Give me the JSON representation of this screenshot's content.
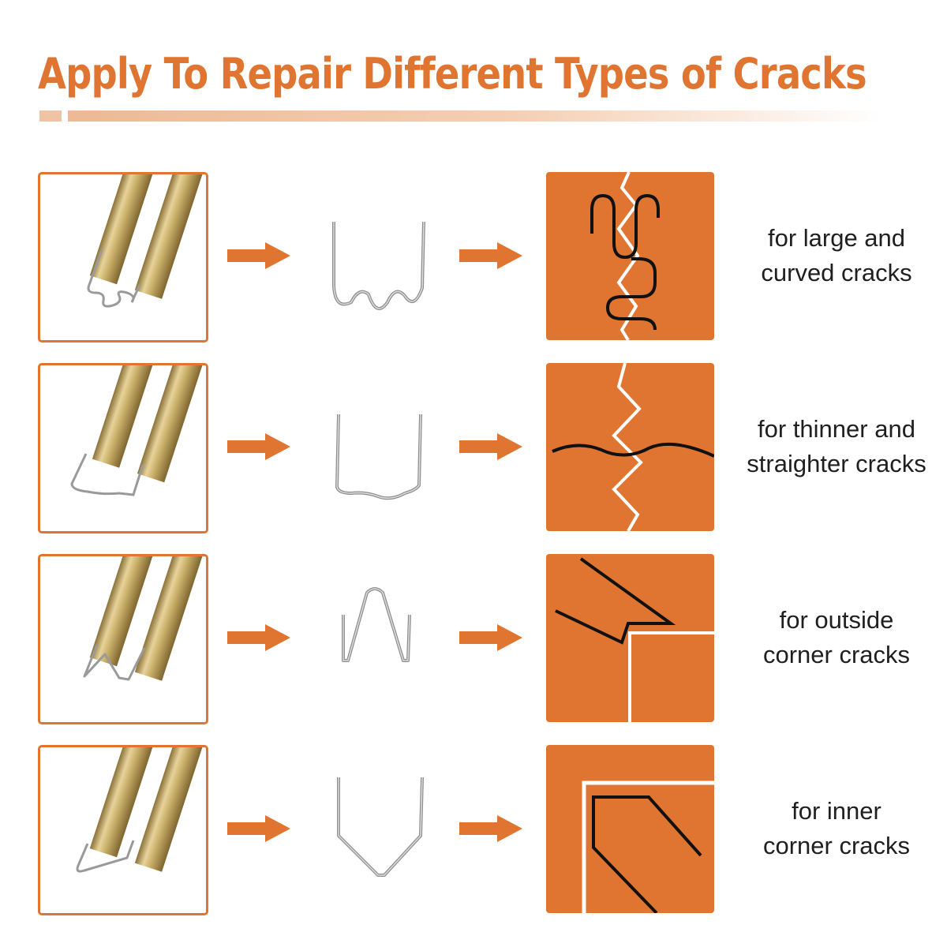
{
  "heading": "Apply To Repair Different Types of Cracks",
  "accent_color": "#e07531",
  "rows": [
    {
      "tool_image": "hot-stapler-wave-staple-photo",
      "staple_image": "wave-staple-photo",
      "crack_icon": "curved-crack-icon",
      "description_line1": "for large and",
      "description_line2": "curved cracks"
    },
    {
      "tool_image": "hot-stapler-flat-staple-photo",
      "staple_image": "flat-staple-photo",
      "crack_icon": "straight-crack-icon",
      "description_line1": "for thinner and",
      "description_line2": "straighter cracks"
    },
    {
      "tool_image": "hot-stapler-m-staple-photo",
      "staple_image": "m-staple-photo",
      "crack_icon": "outside-corner-crack-icon",
      "description_line1": "for outside",
      "description_line2": "corner cracks"
    },
    {
      "tool_image": "hot-stapler-v-staple-photo",
      "staple_image": "v-staple-photo",
      "crack_icon": "inner-corner-crack-icon",
      "description_line1": "for inner",
      "description_line2": "corner cracks"
    }
  ]
}
